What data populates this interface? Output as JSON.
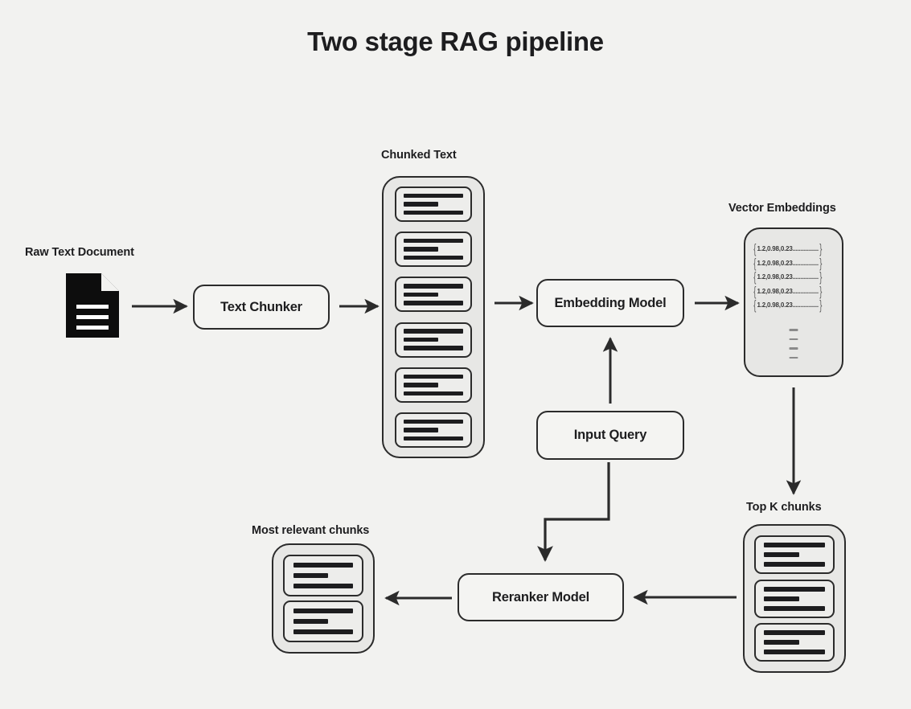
{
  "diagram": {
    "title": "Two stage RAG pipeline",
    "background_color": "#f2f2f0",
    "stroke_color": "#2b2b2b",
    "fill_color": "#e7e7e5",
    "text_color": "#1d1d1f",
    "type": "flowchart"
  },
  "captions": {
    "raw_text_document": "Raw Text Document",
    "chunked_text": "Chunked Text",
    "vector_embeddings": "Vector Embeddings",
    "top_k_chunks": "Top K chunks",
    "most_relevant_chunks": "Most relevant chunks"
  },
  "nodes": {
    "text_chunker": "Text Chunker",
    "embedding_model": "Embedding Model",
    "input_query": "Input Query",
    "reranker_model": "Reranker Model"
  },
  "vector_embeddings": {
    "rows": [
      "1.2,0.98,0.23................",
      "1.2,0.98,0.23................",
      "1.2,0.98,0.23................",
      "1.2,0.98,0.23................",
      "1.2,0.98,0.23................"
    ],
    "ellipsis_dash_count": 4,
    "open_brace": "{",
    "close_brace": "}"
  },
  "chunk_counts": {
    "chunked_text": 6,
    "top_k_chunks": 3,
    "most_relevant_chunks": 2
  },
  "edges": [
    {
      "from": "raw-text-document",
      "to": "text-chunker",
      "style": "straight-arrow"
    },
    {
      "from": "text-chunker",
      "to": "chunked-text",
      "style": "straight-arrow"
    },
    {
      "from": "chunked-text",
      "to": "embedding-model",
      "style": "straight-arrow"
    },
    {
      "from": "input-query",
      "to": "embedding-model",
      "style": "straight-arrow-up"
    },
    {
      "from": "embedding-model",
      "to": "vector-embeddings",
      "style": "straight-arrow"
    },
    {
      "from": "vector-embeddings",
      "to": "top-k-chunks",
      "style": "straight-arrow-down"
    },
    {
      "from": "top-k-chunks",
      "to": "reranker-model",
      "style": "straight-arrow-left"
    },
    {
      "from": "input-query",
      "to": "reranker-model",
      "style": "elbow-arrow-down"
    },
    {
      "from": "reranker-model",
      "to": "most-relevant-chunks",
      "style": "straight-arrow-left"
    }
  ]
}
